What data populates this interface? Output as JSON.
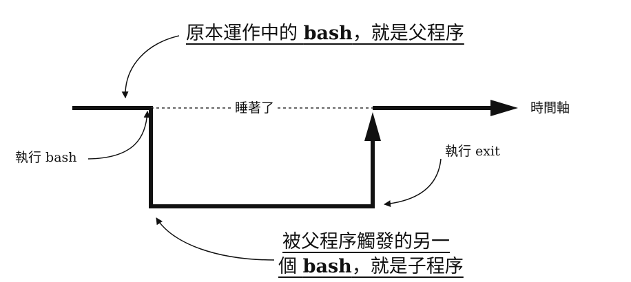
{
  "labels": {
    "parent": {
      "pre": "原本運作中的 ",
      "bold": "bash",
      "post": "，就是父程序"
    },
    "child_line1": "被父程序觸發的另一",
    "child_line2": {
      "pre": "個 ",
      "bold": "bash",
      "post": "，就是子程序"
    },
    "time_axis": "時間軸",
    "exec_bash": "執行 bash",
    "exec_exit": "執行 exit",
    "sleeping": "睡著了"
  },
  "colors": {
    "line": "#111111",
    "dashed": "#333333"
  }
}
